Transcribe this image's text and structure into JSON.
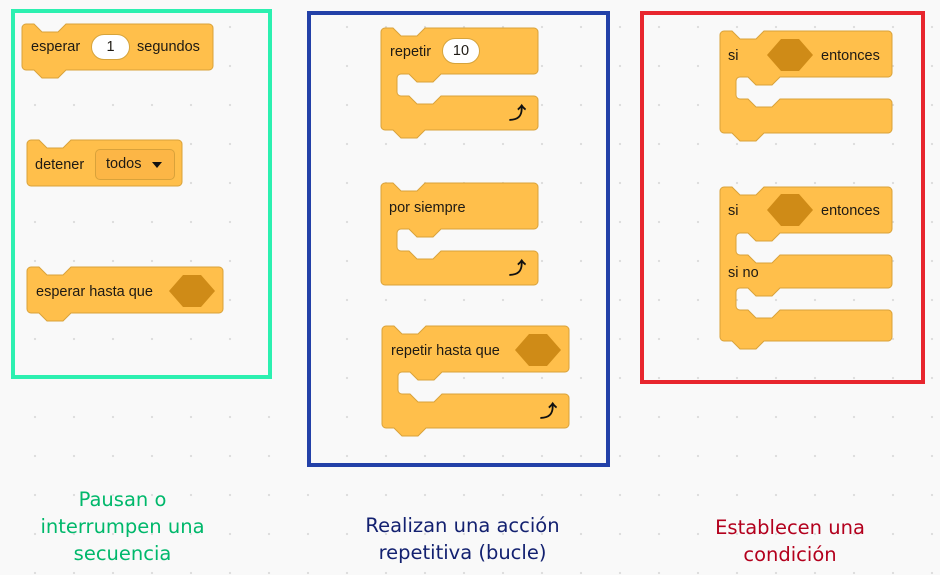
{
  "colors": {
    "block_fill": "#ffbf4b",
    "block_stroke": "#d9a23a",
    "hexagon_fill": "#cf8b17",
    "background": "#f9f9f9",
    "box_pause": "#2cf0b0",
    "box_loop": "#2341a8",
    "box_condition": "#e8262e",
    "caption_pause": "#00b86b",
    "caption_loop": "#132170",
    "caption_condition": "#b3001d"
  },
  "groups": {
    "pause": {
      "caption_lines": [
        "Pausan o",
        "interrumpen una",
        "secuencia"
      ],
      "blocks": {
        "wait": {
          "label_before": "esperar",
          "value": "1",
          "label_after": "segundos"
        },
        "stop": {
          "label": "detener",
          "dropdown_value": "todos"
        },
        "wait_until": {
          "label": "esperar hasta que"
        }
      }
    },
    "loop": {
      "caption_lines": [
        "Realizan una acción",
        "repetitiva (bucle)"
      ],
      "blocks": {
        "repeat": {
          "label": "repetir",
          "value": "10"
        },
        "forever": {
          "label": "por siempre"
        },
        "repeat_until": {
          "label": "repetir hasta que"
        }
      }
    },
    "condition": {
      "caption_lines": [
        "Establecen una",
        "condición"
      ],
      "blocks": {
        "if_then": {
          "label_if": "si",
          "label_then": "entonces"
        },
        "if_else": {
          "label_if": "si",
          "label_then": "entonces",
          "label_else": "si no"
        }
      }
    }
  },
  "icons": {
    "loop_arrow": "↻",
    "dropdown_caret": "▼"
  }
}
